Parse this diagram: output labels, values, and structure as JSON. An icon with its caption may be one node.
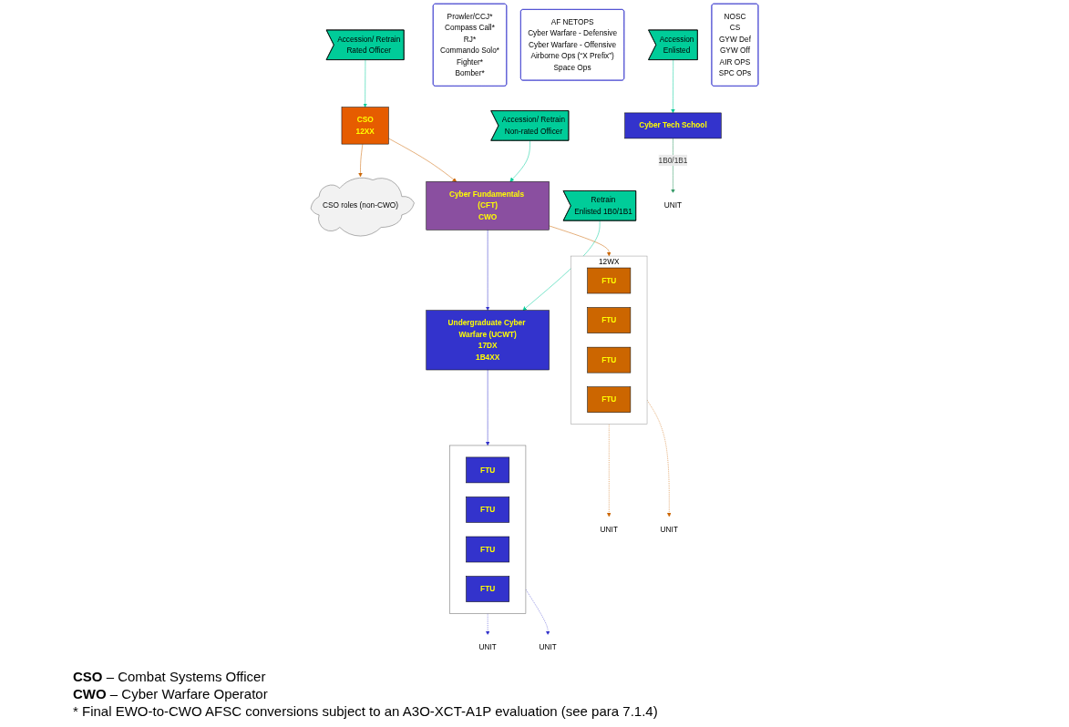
{
  "diagram": {
    "nodes": [
      {
        "text": [
          "Accession/ Retrain",
          "Rated Officer"
        ]
      },
      {
        "text": [
          "CSO",
          "12XX"
        ]
      },
      {
        "text": [
          "CSO roles (non-CWO)"
        ]
      },
      {
        "text": [
          "Accession/ Retrain",
          "Non-rated Officer"
        ]
      },
      {
        "text": [
          "Cyber Fundamentals (CFT)",
          "CWO"
        ]
      },
      {
        "text": [
          "12WX"
        ]
      },
      {
        "text": [
          "FTU"
        ],
        "in": 5
      },
      {
        "text": [
          "FTU"
        ],
        "in": 5
      },
      {
        "text": [
          "FTU"
        ],
        "in": 5
      },
      {
        "text": [
          "FTU"
        ],
        "in": 5
      },
      {
        "text": [
          "UNIT"
        ]
      },
      {
        "text": [
          "UNIT"
        ]
      },
      {
        "text": [
          "Prowler/CCJ*",
          "Compass Call*",
          "RJ*",
          "Commando Solo*",
          "Fighter*",
          "Bomber*"
        ]
      },
      {
        "text": [
          "Retrain",
          "Enlisted 1B0/1B1"
        ]
      },
      {
        "text": [
          "Undergraduate Cyber Warfare (UCWT)",
          "17DX",
          "1B4XX"
        ]
      },
      {
        "text": [],
        "shape": "box"
      },
      {
        "text": [
          "FTU"
        ],
        "in": 15
      },
      {
        "text": [
          "FTU"
        ],
        "in": 15
      },
      {
        "text": [
          "FTU"
        ],
        "in": 15
      },
      {
        "text": [
          "FTU"
        ],
        "in": 15
      },
      {
        "text": [
          "UNIT"
        ]
      },
      {
        "text": [
          "UNIT"
        ]
      },
      {
        "text": [
          "AF NETOPS",
          "Cyber Warfare - Defensive",
          "Cyber Warfare - Offensive",
          "Airborne Ops (“X Prefix”)",
          "Space Ops"
        ]
      },
      {
        "text": [
          "Accession",
          "Enlisted"
        ]
      },
      {
        "text": [
          "Cyber Tech School"
        ]
      },
      {
        "text": [
          "UNIT"
        ]
      },
      {
        "text": [
          "NOSC",
          "CS",
          "GYW Def",
          "GYW Off",
          "AIR OPS",
          "SPC OPs"
        ]
      }
    ],
    "edges": [
      {
        "from": 0,
        "to": 1,
        "arrow": "to",
        "color": "#00cc99"
      },
      {
        "from": 1,
        "to": 2,
        "arrow": "to",
        "color": "#cc6600"
      },
      {
        "from": 1,
        "to": 4,
        "arrow": "to",
        "color": "#cc6600"
      },
      {
        "from": 3,
        "to": 4,
        "arrow": "to",
        "color": "#00cc99"
      },
      {
        "from": 4,
        "to": 5,
        "arrow": "to",
        "color": "#cc6600"
      },
      {
        "from": 4,
        "to": 14,
        "arrow": "to",
        "color": "#3333cc"
      },
      {
        "from": 5,
        "to": 10,
        "arrow": "to",
        "style": "dashed",
        "color": "#cc6600"
      },
      {
        "from": 5,
        "to": 11,
        "arrow": "to",
        "style": "dashed",
        "color": "#cc6600"
      },
      {
        "from": 13,
        "to": 14,
        "arrow": "to",
        "color": "#00cc99"
      },
      {
        "from": 14,
        "to": 15,
        "arrow": "to",
        "color": "#3333cc"
      },
      {
        "from": 15,
        "to": 20,
        "arrow": "to",
        "style": "dashed",
        "color": "#3333cc"
      },
      {
        "from": 15,
        "to": 21,
        "arrow": "to",
        "style": "dashed",
        "color": "#3333cc"
      },
      {
        "from": 23,
        "to": 24,
        "arrow": "to",
        "color": "#00cc99"
      },
      {
        "from": 24,
        "to": 25,
        "label": "1B0/1B1",
        "arrow": "to",
        "color": "#339966"
      }
    ],
    "labels": [
      "**CSO** – Combat Systems Officer",
      "**CWO** – Cyber Warfare Operator",
      "* Final EWO-to-CWO AFSC conversions subject to an A3O-XCT-A1P evaluation (see para 7.1.4)"
    ]
  }
}
